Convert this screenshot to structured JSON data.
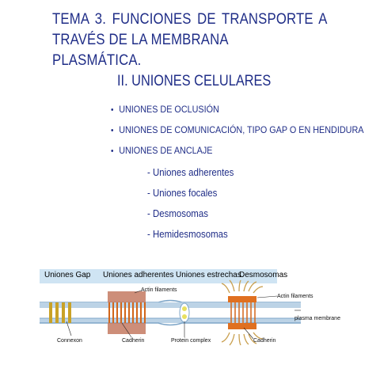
{
  "title": {
    "line1": "TEMA 3. FUNCIONES DE TRANSPORTE A",
    "line2": "TRAVÉS DE LA MEMBRANA PLASMÁTICA."
  },
  "section_heading": "II. UNIONES CELULARES",
  "bullets": [
    "UNIONES DE OCLUSIÓN",
    "UNIONES DE COMUNICACIÓN, TIPO GAP O EN HENDIDURA",
    "UNIONES DE ANCLAJE"
  ],
  "bullet_glyph": "•",
  "sub_items": [
    "- Uniones adherentes",
    "- Uniones focales",
    "- Desmosomas",
    "- Hemidesmosomas"
  ],
  "diagram": {
    "header_labels": [
      "Uniones Gap",
      "Uniones adherentes",
      "Uniones estrechas",
      "Desmosomas"
    ],
    "labels": {
      "actin_1": "Actin filaments",
      "actin_2": "Actin filaments",
      "plasma_membrane": "plasma membrane",
      "connexon": "Connexon",
      "cadherin_1": "Cadherin",
      "protein_complex": "Protein complex",
      "cadherin_2": "Cadherin"
    },
    "colors": {
      "membrane": "#bcd3e6",
      "membrane_edge": "#7ea6c8",
      "connexon": "#c9a227",
      "cadherin": "#d2661a",
      "actin": "#c47a62",
      "desmosome_plaque": "#e07020",
      "desmosome_fibers": "#c9a050",
      "tight_junction": "#e8e060"
    }
  }
}
